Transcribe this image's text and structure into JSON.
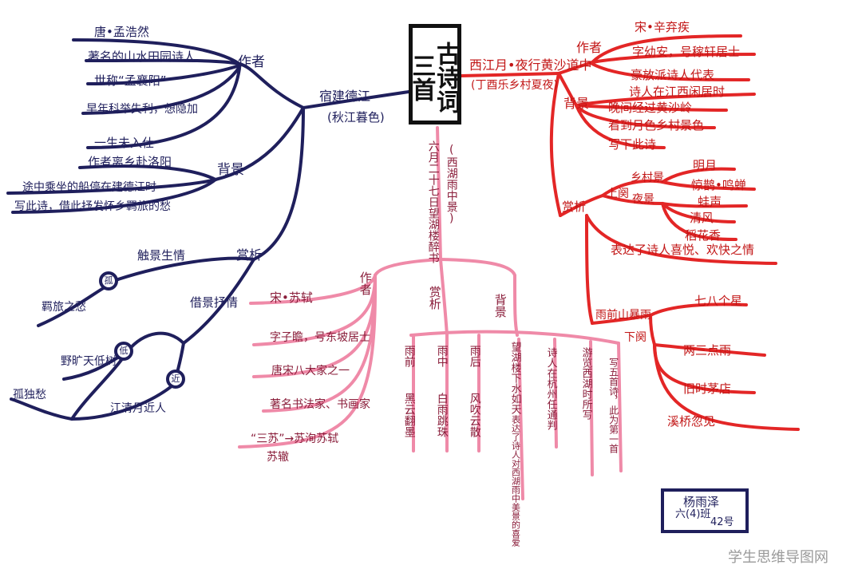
{
  "center": {
    "title": "古诗词三首"
  },
  "left": {
    "poem": "宿建德江",
    "poem_sub": "(秋江暮色)",
    "author_branch": "作者",
    "author_items": [
      "唐•孟浩然",
      "著名的山水田园诗人",
      "世称“孟襄阳”",
      "早年科举失利，想隐加",
      "一生未入仕"
    ],
    "background_branch": "背景",
    "background_items": [
      "作者离乡赴洛阳",
      "途中乘坐的船停在建德江时",
      "写此诗，借此抒发怀乡羁旅的愁"
    ],
    "appreciation_branch": "赏析",
    "appr_items": [
      "触景生情",
      "借景抒情"
    ],
    "circle_labels": [
      "孤",
      "低",
      "近"
    ],
    "sub_items": [
      "羁旅之愁",
      "野旷天低树",
      "江清月近人",
      "孤独愁"
    ]
  },
  "right": {
    "poem": "西江月•夜行黄沙道中",
    "poem_sub": "(丁酉乐乡村夏夜)",
    "author_branch": "作者",
    "author_items": [
      "宋•辛弃疾",
      "字幼安，号稼轩居士",
      "豪放派诗人代表"
    ],
    "background_branch": "背景",
    "background_items": [
      "诗人在江西闲居时",
      "晚间经过黄沙岭",
      "看到月色乡村景色",
      "写下此诗"
    ],
    "appreciation_branch": "赏析",
    "upper_label": "上阕",
    "lower_label": "下阕",
    "scenery_labels": [
      "乡村景",
      "夜景"
    ],
    "upper_items": [
      "明月",
      "惊鹊•鸣蝉",
      "蛙声",
      "清风",
      "稻花香"
    ],
    "emotion": "表达了诗人喜悦、欢快之情",
    "lower_title": "雨前山暴雨",
    "lower_items": [
      "七八个星",
      "两三点雨",
      "旧时茅店",
      "溪桥忽见"
    ]
  },
  "bottom": {
    "poem": "六月二十七日望湖楼醉书",
    "poem_sub": "(西湖雨中景)",
    "author_branch": "作者",
    "author_items": [
      "宋•苏轼",
      "字子瞻，号东坡居士",
      "唐宋八大家之一",
      "著名书法家、书画家",
      "“三苏”→苏洵苏轼",
      "苏辙"
    ],
    "appreciation_branch": "赏析",
    "background_branch": "背景",
    "stage_labels": [
      "雨前",
      "雨中",
      "雨后"
    ],
    "stage_items": [
      "黑云翻墨",
      "白雨跳珠",
      "风吹云散"
    ],
    "extra_items": [
      "表达了诗人对西湖雨中美景的喜爱",
      "诗人在杭州任通判",
      "游览西湖时所写",
      "写五首诗，此为第一首"
    ],
    "appr_right": "望湖楼下水如天"
  },
  "signature": {
    "name": "杨雨泽",
    "class_no": "六(4)班",
    "number": "42号"
  },
  "watermark": "学生思维导图网",
  "colors": {
    "navy": "#1f1f5c",
    "red": "#e32626",
    "pink": "#ef8aa8",
    "black": "#111111"
  }
}
